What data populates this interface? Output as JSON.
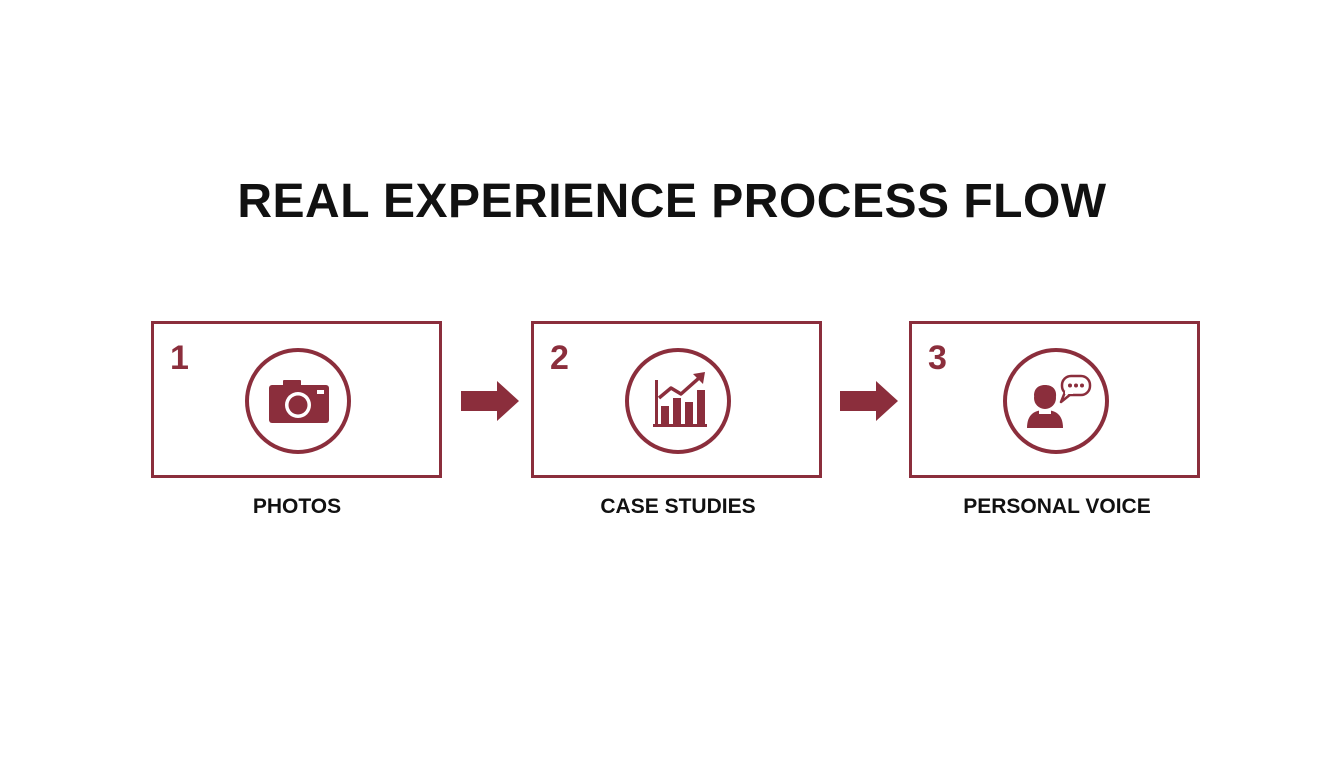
{
  "title": "REAL EXPERIENCE PROCESS FLOW",
  "accent_color": "#8b2e3c",
  "steps": [
    {
      "number": "1",
      "label": "PHOTOS",
      "icon": "camera-icon"
    },
    {
      "number": "2",
      "label": "CASE STUDIES",
      "icon": "bar-chart-growth-icon"
    },
    {
      "number": "3",
      "label": "PERSONAL VOICE",
      "icon": "person-speech-bubble-icon"
    }
  ]
}
